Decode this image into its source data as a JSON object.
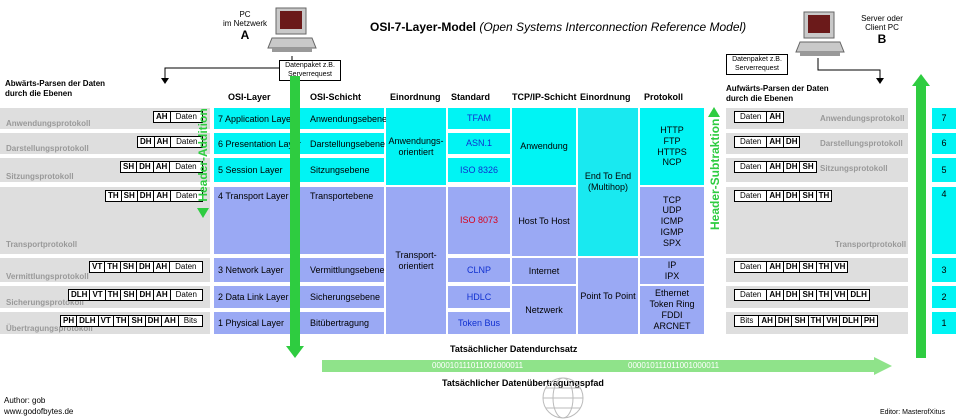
{
  "title": {
    "main": "OSI-7-Layer-Model",
    "sub": "(Open Systems Interconnection Reference Model)"
  },
  "pc_a": {
    "line1": "PC",
    "line2": "im Netzwerk",
    "letter": "A"
  },
  "pc_b": {
    "line1": "Server oder",
    "line2": "Client PC",
    "letter": "B"
  },
  "packet_box_a": {
    "line1": "Datenpaket z.B.",
    "line2": "Serverrequest"
  },
  "packet_box_b": {
    "line1": "Datenpaket z.B.",
    "line2": "Serverrequest"
  },
  "left_heading": {
    "line1": "Abwärts-Parsen der Daten",
    "line2": "durch die Ebenen"
  },
  "right_heading": {
    "line1": "Aufwärts-Parsen der Daten",
    "line2": "durch die Ebenen"
  },
  "headers": {
    "osi_layer": "OSI-Layer",
    "osi_schicht": "OSI-Schicht",
    "einordnung": "Einordnung",
    "standard": "Standard",
    "tcpip": "TCP/IP-Schicht",
    "einordnung2": "Einordnung",
    "protokoll": "Protokoll"
  },
  "layers": [
    {
      "layer": "7  Application Layer",
      "schicht": "Anwendungsebene",
      "standard": "TFAM",
      "num": "7"
    },
    {
      "layer": "6  Presentation Layer",
      "schicht": "Darstellungsebene",
      "standard": "ASN.1",
      "num": "6"
    },
    {
      "layer": "5  Session Layer",
      "schicht": "Sitzungsebene",
      "standard": "ISO 8326",
      "num": "5"
    },
    {
      "layer": "4  Transport Layer",
      "schicht": "Transportebene",
      "standard": "ISO 8073",
      "num": "4"
    },
    {
      "layer": "3  Network Layer",
      "schicht": "Vermittlungsebene",
      "standard": "CLNP",
      "num": "3"
    },
    {
      "layer": "2  Data Link Layer",
      "schicht": "Sicherungsebene",
      "standard": "HDLC",
      "num": "2"
    },
    {
      "layer": "1  Physical Layer",
      "schicht": "Bitübertragung",
      "standard": "Token Bus",
      "num": "1"
    }
  ],
  "einordnung": {
    "upper": "Anwendungs-\norientiert",
    "lower": "Transport-\norientiert"
  },
  "tcpip": {
    "anwendung": "Anwendung",
    "host": "Host To Host",
    "internet": "Internet",
    "netzwerk": "Netzwerk"
  },
  "einordnung2": {
    "e2e": "End To End\n(Multihop)",
    "p2p": "Point To Point"
  },
  "protokoll": {
    "upper": "HTTP\nFTP\nHTTPS\nNCP",
    "transport": "TCP\nUDP\nICMP\nIGMP\nSPX",
    "network": "IP\nIPX",
    "lower": "Ethernet\nToken Ring\nFDDI\nARCNET"
  },
  "left_protocols": [
    "Anwendungsprotokoll",
    "Darstellungsprotokoll",
    "Sitzungsprotokoll",
    "Transportprotokoll",
    "Vermittlungsprotokoll",
    "Sicherungsprotokoll",
    "Übertragungsprotokoll"
  ],
  "right_protocols": [
    "Anwendungsprotokoll",
    "Darstellungsprotokoll",
    "Sitzungsprotokoll",
    "Transportprotokoll"
  ],
  "left_packets": [
    [
      "AH",
      "Daten"
    ],
    [
      "DH",
      "AH",
      "Daten"
    ],
    [
      "SH",
      "DH",
      "AH",
      "Daten"
    ],
    [
      "TH",
      "SH",
      "DH",
      "AH",
      "Daten"
    ],
    [
      "VT",
      "TH",
      "SH",
      "DH",
      "AH",
      "Daten"
    ],
    [
      "DLH",
      "VT",
      "TH",
      "SH",
      "DH",
      "AH",
      "Daten"
    ],
    [
      "PH",
      "DLH",
      "VT",
      "TH",
      "SH",
      "DH",
      "AH",
      "Bits"
    ]
  ],
  "right_packets": [
    [
      "Daten",
      "AH"
    ],
    [
      "Daten",
      "AH",
      "DH"
    ],
    [
      "Daten",
      "AH",
      "DH",
      "SH"
    ],
    [
      "Daten",
      "AH",
      "DH",
      "SH",
      "TH"
    ],
    [
      "Daten",
      "AH",
      "DH",
      "SH",
      "TH",
      "VH"
    ],
    [
      "Daten",
      "AH",
      "DH",
      "SH",
      "TH",
      "VH",
      "DLH"
    ],
    [
      "Bits",
      "AH",
      "DH",
      "SH",
      "TH",
      "VH",
      "DLH",
      "PH"
    ]
  ],
  "header_addition": "Header-Addition",
  "header_subtraktion": "Header-Subtraktion",
  "durchsatz": "Tatsächlicher Datendurchsatz",
  "bits": "000010111011001000011",
  "pfad": "Tatsächlicher Datenübertragungspfad",
  "author": "Author: gob",
  "website": "www.godofbytes.de",
  "editor": "Editor: MasterofXitus",
  "colors": {
    "cyan": "#00f4f4",
    "blue": "#9aa9f4",
    "green": "#2ecc40",
    "grey": "#dedede"
  }
}
